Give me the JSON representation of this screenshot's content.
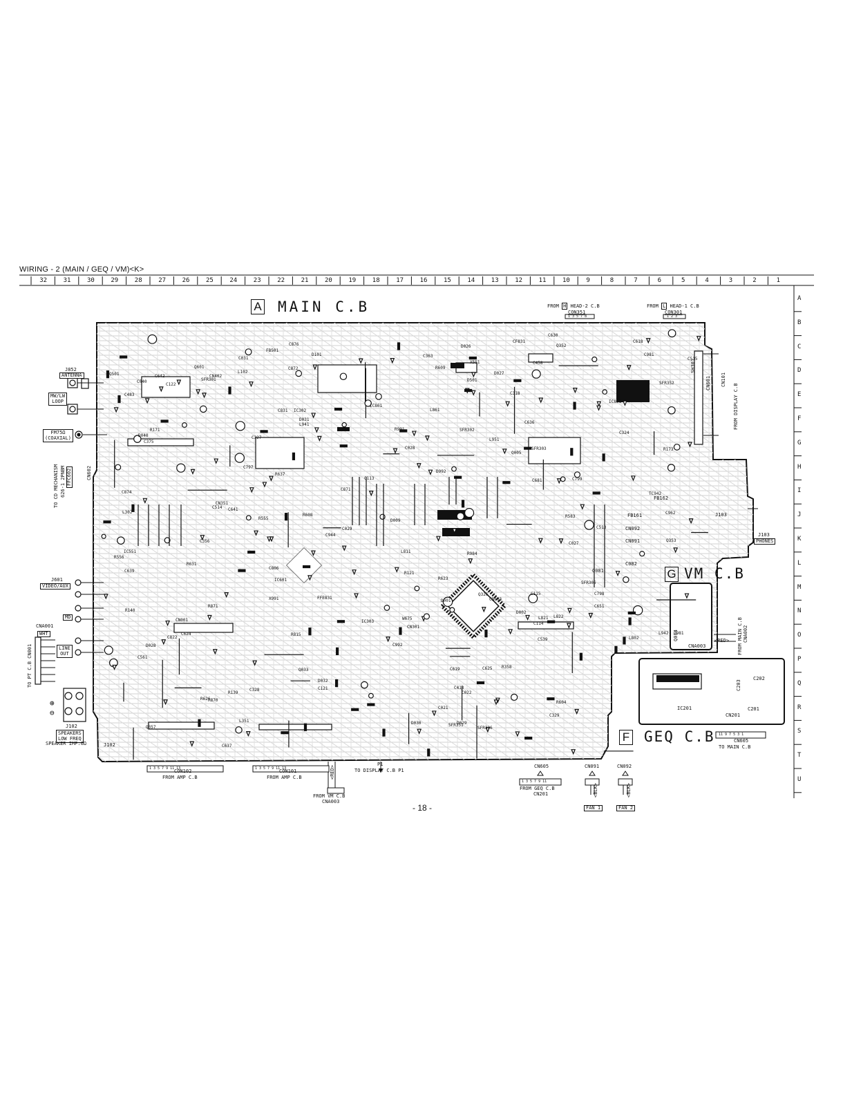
{
  "page": {
    "title": "WIRING - 2 (MAIN / GEQ / VM)<K>",
    "page_number": "- 18 -"
  },
  "grid": {
    "columns": [
      "32",
      "31",
      "30",
      "29",
      "28",
      "27",
      "26",
      "25",
      "24",
      "23",
      "22",
      "21",
      "20",
      "19",
      "18",
      "17",
      "16",
      "15",
      "14",
      "13",
      "12",
      "11",
      "10",
      "9",
      "8",
      "7",
      "6",
      "5",
      "4",
      "3",
      "2",
      "1"
    ],
    "rows": [
      "A",
      "B",
      "C",
      "D",
      "E",
      "F",
      "G",
      "H",
      "I",
      "J",
      "K",
      "L",
      "M",
      "N",
      "O",
      "P",
      "Q",
      "R",
      "S",
      "T",
      "U"
    ]
  },
  "boards": {
    "main": {
      "letter": "A",
      "name": "MAIN  C.B"
    },
    "vm": {
      "letter": "G",
      "name": "VM C.B"
    },
    "geq": {
      "letter": "F",
      "name": "GEQ C.B"
    }
  },
  "connectors_top": {
    "head2": {
      "from": "FROM",
      "letter": "H",
      "text": "HEAD-2 C.B",
      "conn": "CON351",
      "pins": "1  3  5  7  8"
    },
    "head1": {
      "from": "FROM",
      "letter": "L",
      "text": "HEAD-1 C.B",
      "conn": "CON301",
      "pins": "1  2  3"
    }
  },
  "left_labels": {
    "antenna_ref": "J852",
    "antenna": "ANTENNA",
    "mw_lw": "MW/LW",
    "loop": "LOOP",
    "fm75": "FM75Ω",
    "coaxial": "(COAXIAL)",
    "cd_mech_1": "TO CD MECHANISM",
    "cd_mech_2": "626-1 2PNBM",
    "ffc602": "FFC602",
    "cn602": "CN602",
    "video_ref": "J601",
    "video_aux": "VIDEO/AUX",
    "md": "MD",
    "cna001": "CNA001",
    "wht": "WHT",
    "line_out_1": "LINE",
    "line_out_2": "OUT",
    "pt_cb": "TO PT C.B CN001",
    "plus": "⊕",
    "minus": "⊖",
    "speaker_ref": "J102",
    "speakers": "SPEAKERS",
    "low_freq": "LOW FREQ",
    "impedance": "SPEAKER IMP:6Ω",
    "j102_b": "J102"
  },
  "right_labels": {
    "cn101": "CN101",
    "from_display": "FROM  DISPLAY C.B",
    "cn601": "CN601",
    "sh301": "SH301",
    "fb162": "FB162",
    "fb161": "FB161",
    "j103": "J103",
    "phones_ref": "J103",
    "phones": "PHONES",
    "cn092": "CN092",
    "cn091": "CN091",
    "q081": "Q081",
    "c082": "C082",
    "from_main": "FROM  MAIN C.B",
    "cna002": "CNA002",
    "red": "<RED>",
    "cna003": "CNA003",
    "q014": "Q014",
    "c202": "C202",
    "c203": "C203",
    "c201": "C201",
    "ic201": "IC201",
    "cn201": "CN201",
    "cn605": "CN605",
    "cn605_pins": "11  9  7  5  3  1",
    "to_main": "TO  MAIN C.B"
  },
  "bottom_labels": {
    "con102": "CON102",
    "con102_pins": "1   3   5   7   9   11  13",
    "from_amp_a": "FROM  AMP C.B",
    "con101": "CON101",
    "con101_pins": "1   3   5   7   9   11  13",
    "from_amp_b": "FROM  AMP C.B",
    "p1": "P1",
    "to_display": "TO  DISPLAY C.B P1",
    "from_vm": "FROM  VM C.B",
    "cna003": "CNA003",
    "red": "<RED>",
    "cn605": "CN605",
    "cn605_pins": "1  3  5  7  9  11",
    "from_geq": "FROM  GEQ C.B",
    "cn201": "CN201",
    "cn091": "CN091",
    "cn092": "CN092",
    "blk": "<BLK>",
    "fan1": "FAN 1",
    "fan2": "FAN 2"
  },
  "component_refs": [
    "L941",
    "TC942",
    "L951",
    "C962",
    "C944",
    "L942",
    "FFE831",
    "CF831",
    "L802",
    "IC801",
    "C797",
    "C798",
    "C799",
    "R815",
    "C822",
    "L811",
    "C806",
    "C874",
    "C876",
    "IC861",
    "L861",
    "R870",
    "R871",
    "D992",
    "Q352",
    "Q357",
    "R358",
    "SFR351",
    "SFR352",
    "L351",
    "C356",
    "C363",
    "CN351",
    "L302",
    "Q353",
    "Q326",
    "C324",
    "SFR305",
    "SFR306",
    "C375",
    "IC303",
    "CN301",
    "SFR301",
    "SFR302",
    "SFR303",
    "IC302",
    "C328",
    "C327",
    "C329",
    "C318",
    "X991",
    "C992",
    "R991",
    "L821",
    "L822",
    "R984",
    "Q981",
    "C981",
    "C871",
    "C872",
    "C831",
    "CN402",
    "C642",
    "C641",
    "FB501",
    "D501",
    "Q501",
    "IC551",
    "R555",
    "R556",
    "R604",
    "R608",
    "R609",
    "C513",
    "C514",
    "C515",
    "R623",
    "C624",
    "C625",
    "IC601",
    "W675",
    "C651",
    "Q033",
    "CN603",
    "C639",
    "C637",
    "C636",
    "C413",
    "C483",
    "C458",
    "C561",
    "C539",
    "C029",
    "D026",
    "D027",
    "D028",
    "D029",
    "R631",
    "D040",
    "D032",
    "D009",
    "Q005",
    "C031",
    "C040",
    "D031",
    "D030",
    "R626",
    "R637",
    "C619",
    "Q601",
    "C618",
    "C630",
    "D101",
    "R121",
    "C121",
    "C122",
    "C113",
    "C114",
    "C115",
    "R140",
    "R139",
    "C021",
    "C022",
    "CN001",
    "R173",
    "C028",
    "C027",
    "L102",
    "R171",
    "D001",
    "D002",
    "X551",
    "R583",
    "C681"
  ]
}
